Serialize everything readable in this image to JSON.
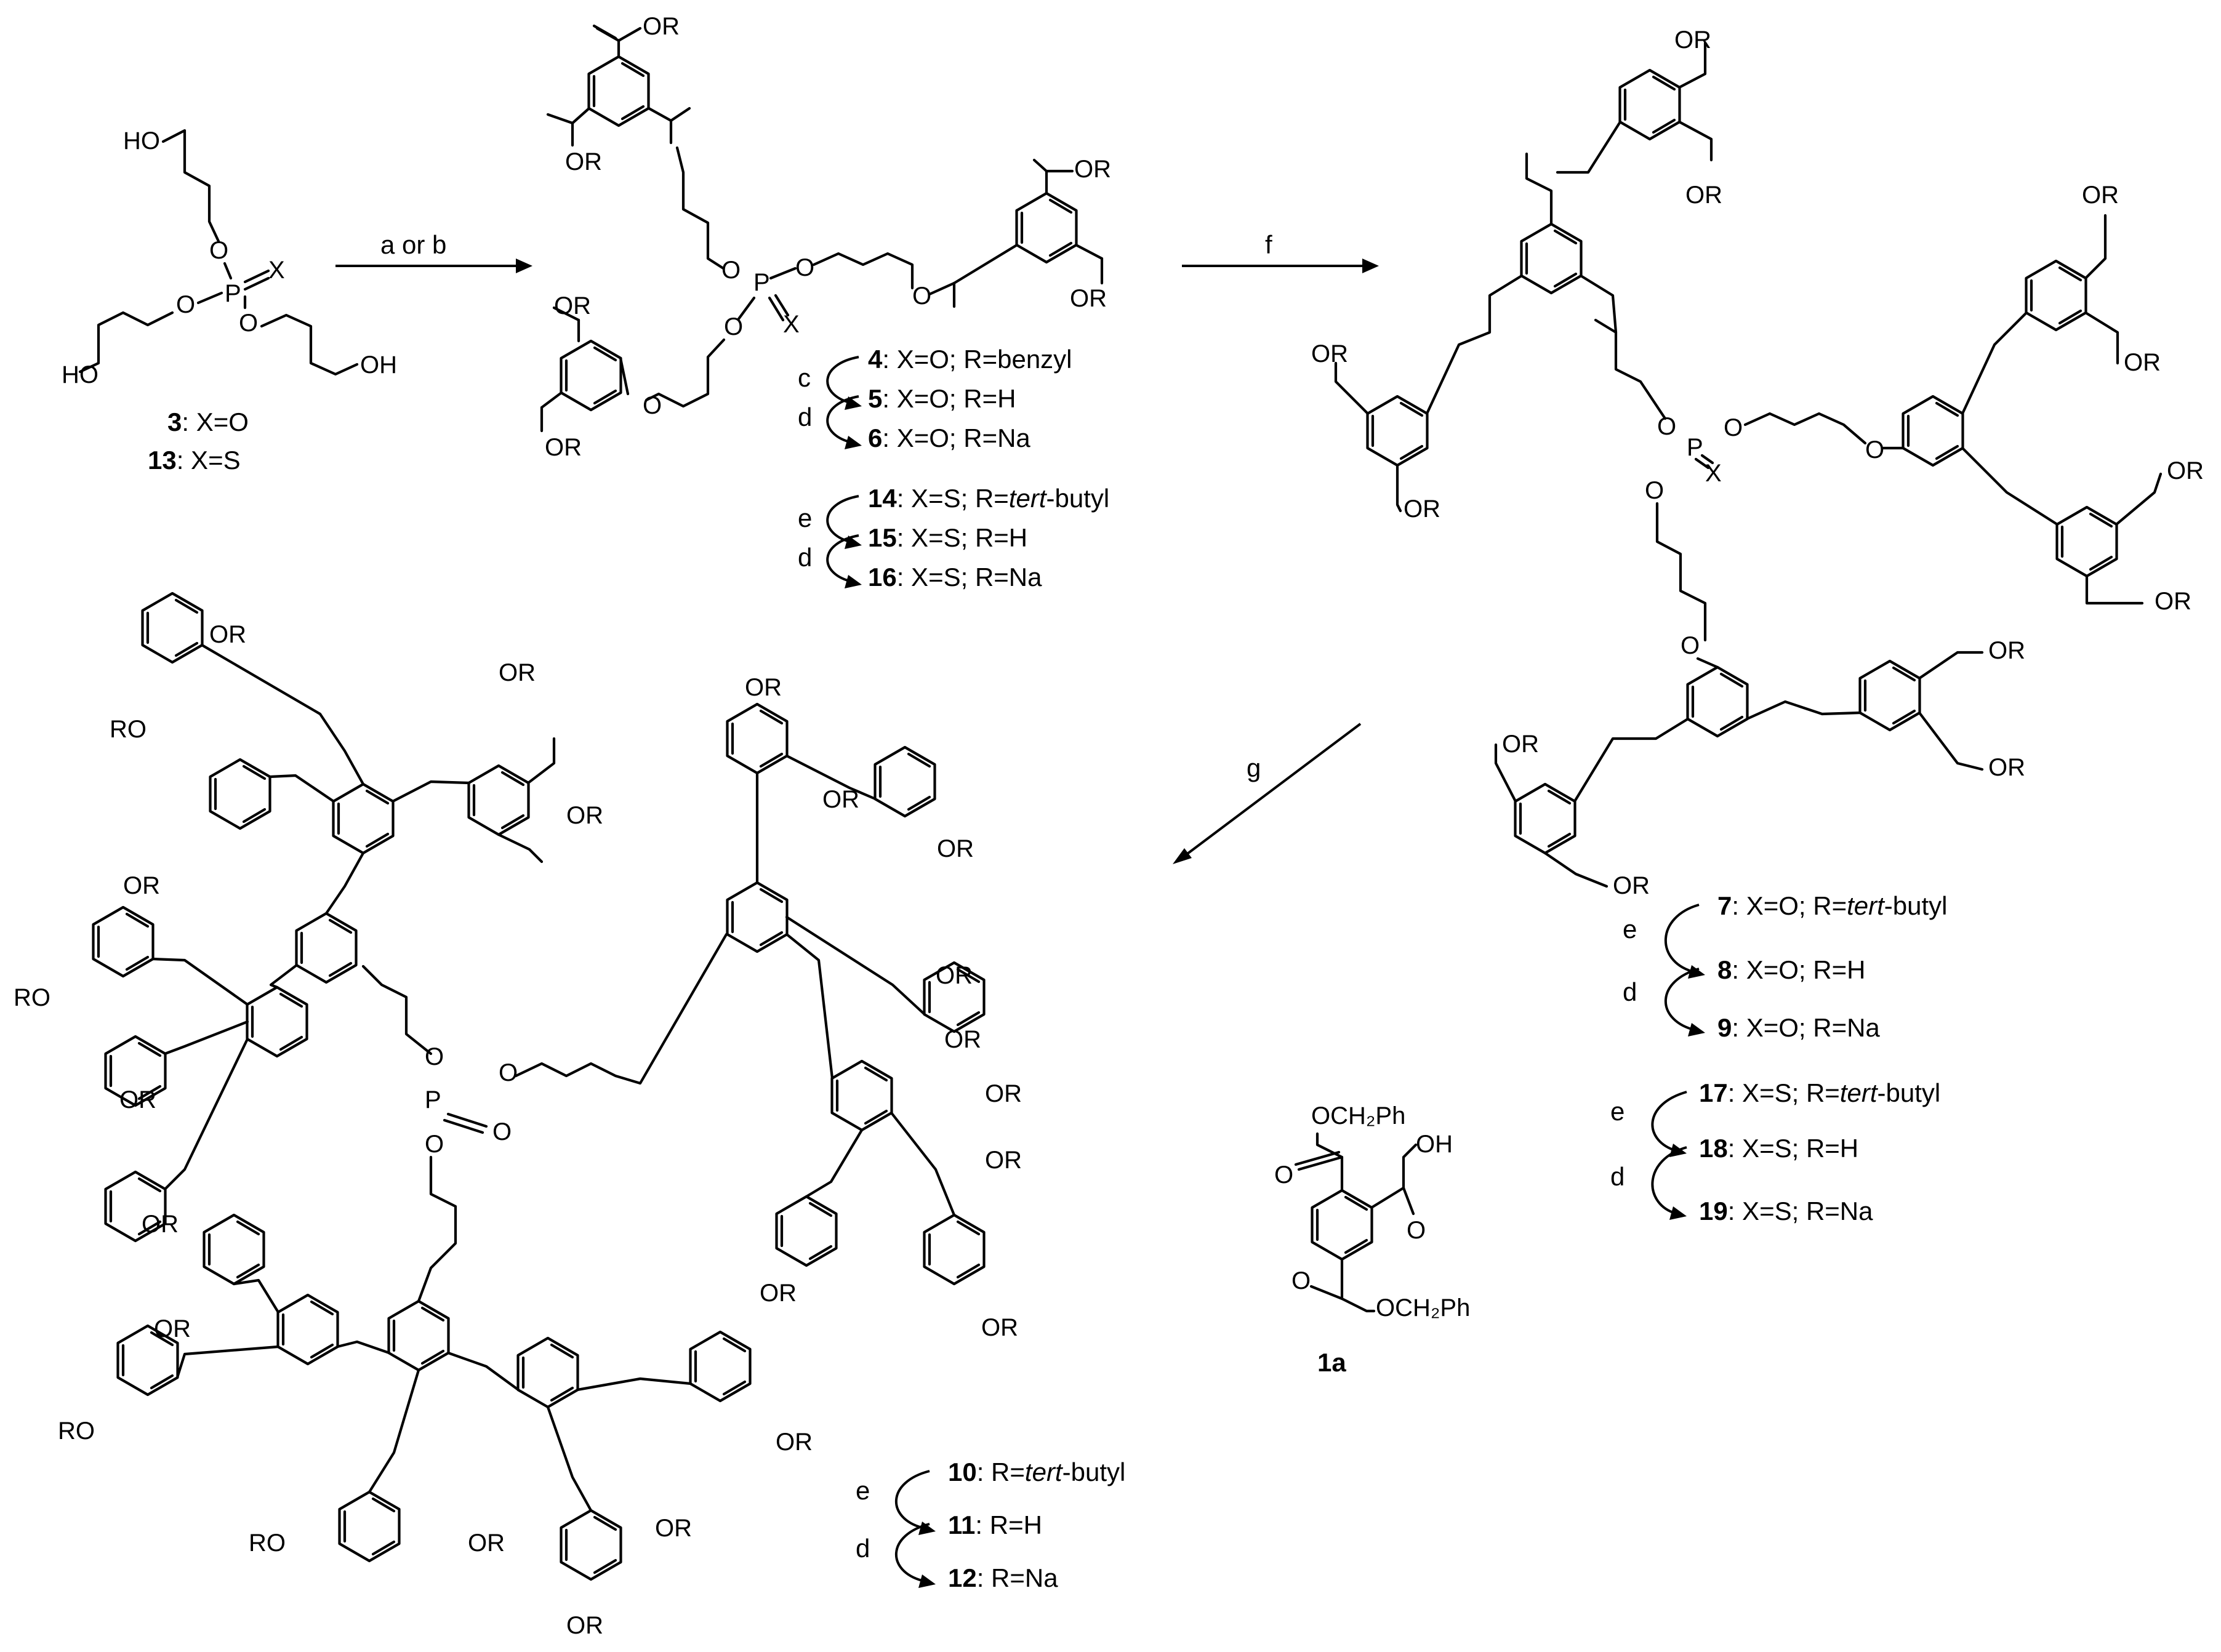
{
  "reagents": {
    "step1": "a or b",
    "step2": "f",
    "step3": "g"
  },
  "start": {
    "oh_top": "HO",
    "oh_left": "HO",
    "oh_right": "OH",
    "x_atom": "X",
    "p_atom": "P",
    "labels": [
      {
        "num": "3",
        "text": ": X=O"
      },
      {
        "num": "13",
        "text": ": X=S"
      }
    ]
  },
  "gen1": {
    "x_atom": "X",
    "p_atom": "P",
    "r_ester": "OR",
    "entries": [
      {
        "arrow": "",
        "num": "4",
        "pre": ": X=O; R=benzyl",
        "ital": "",
        "post": ""
      },
      {
        "arrow": "c",
        "num": "5",
        "pre": ": X=O; R=H",
        "ital": "",
        "post": ""
      },
      {
        "arrow": "d",
        "num": "6",
        "pre": ": X=O; R=Na",
        "ital": "",
        "post": ""
      },
      {
        "arrow": "",
        "num": "14",
        "pre": ": X=S; R=",
        "ital": "tert",
        "post": "-butyl"
      },
      {
        "arrow": "e",
        "num": "15",
        "pre": ": X=S; R=H",
        "ital": "",
        "post": ""
      },
      {
        "arrow": "d",
        "num": "16",
        "pre": ": X=S; R=Na",
        "ital": "",
        "post": ""
      }
    ]
  },
  "gen2": {
    "x_atom": "X",
    "p_atom": "P",
    "r_ester": "OR",
    "entries": [
      {
        "arrow": "",
        "num": "7",
        "pre": ": X=O; R=",
        "ital": "tert",
        "post": "-butyl"
      },
      {
        "arrow": "e",
        "num": "8",
        "pre": ": X=O; R=H",
        "ital": "",
        "post": ""
      },
      {
        "arrow": "d",
        "num": "9",
        "pre": ": X=O; R=Na",
        "ital": "",
        "post": ""
      },
      {
        "arrow": "",
        "num": "17",
        "pre": ": X=S; R=",
        "ital": "tert",
        "post": "-butyl"
      },
      {
        "arrow": "e",
        "num": "18",
        "pre": ": X=S; R=H",
        "ital": "",
        "post": ""
      },
      {
        "arrow": "d",
        "num": "19",
        "pre": ": X=S; R=Na",
        "ital": "",
        "post": ""
      }
    ]
  },
  "gen3": {
    "p_atom": "P",
    "r_ester": "OR",
    "r_ester_left": "RO",
    "entries": [
      {
        "arrow": "",
        "num": "10",
        "pre": ": R=",
        "ital": "tert",
        "post": "-butyl"
      },
      {
        "arrow": "e",
        "num": "11",
        "pre": ": R=H",
        "ital": "",
        "post": ""
      },
      {
        "arrow": "d",
        "num": "12",
        "pre": ": R=Na",
        "ital": "",
        "post": ""
      }
    ]
  },
  "reagent_1a": {
    "top": "OCH₂Ph",
    "acid": "OH",
    "bottom": "OCH₂Ph",
    "label": "1a"
  }
}
